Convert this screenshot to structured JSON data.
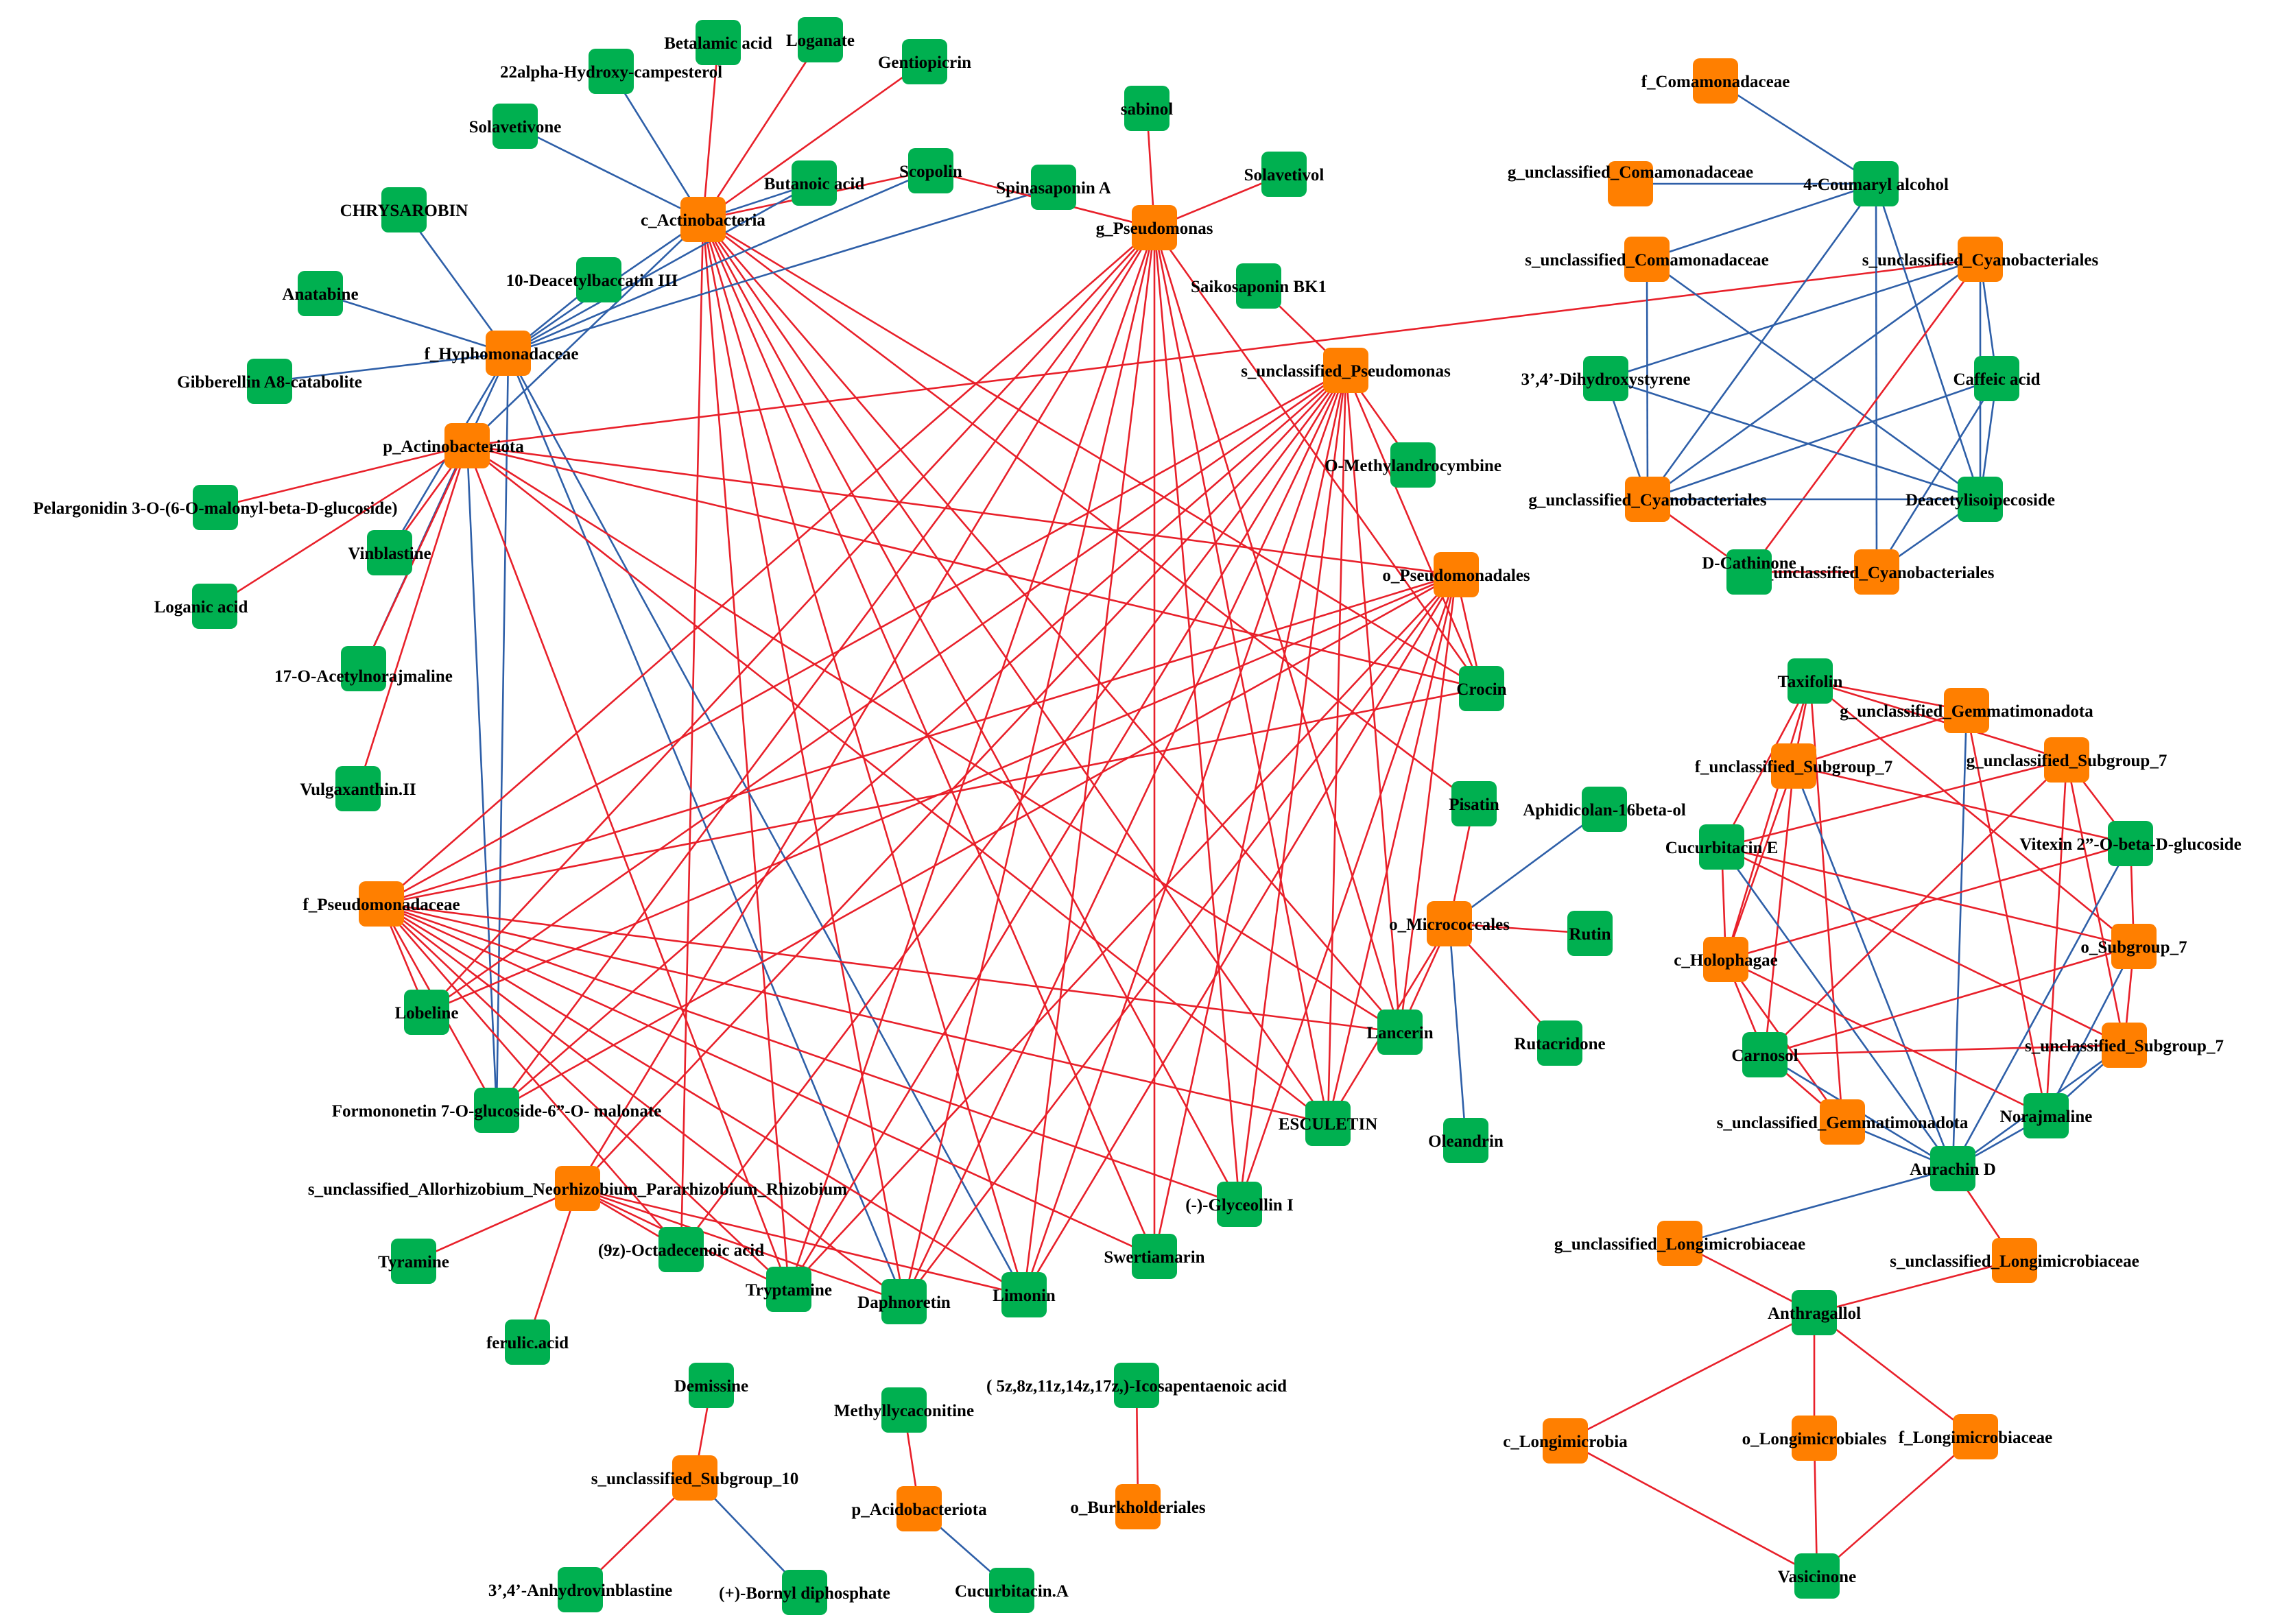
{
  "colors": {
    "microbe": "#FF7F00",
    "metabolite": "#00B050",
    "positive_edge": "#E8202A",
    "negative_edge": "#2E5FA8"
  },
  "nodes": {
    "c_act": {
      "label": "c_Actinobacteria",
      "type": "microbe"
    },
    "f_hyp": {
      "label": "f_Hyphomonadaceae",
      "type": "microbe"
    },
    "p_act": {
      "label": "p_Actinobacteriota",
      "type": "microbe"
    },
    "g_pse": {
      "label": "g_Pseudomonas",
      "type": "microbe"
    },
    "s_pse": {
      "label": "s_unclassified_Pseudomonas",
      "type": "microbe"
    },
    "o_pse": {
      "label": "o_Pseudomonadales",
      "type": "microbe"
    },
    "f_pse": {
      "label": "f_Pseudomonadaceae",
      "type": "microbe"
    },
    "s_rhi": {
      "label": "s_unclassified_Allorhizobium_Neorhizobium_Pararhizobium_Rhizobium",
      "type": "microbe"
    },
    "o_mic": {
      "label": "o_Micrococcales",
      "type": "microbe"
    },
    "betalamic": {
      "label": "Betalamic acid",
      "type": "metabolite"
    },
    "loganate": {
      "label": "Loganate",
      "type": "metabolite"
    },
    "gentio": {
      "label": "Gentiopicrin",
      "type": "metabolite"
    },
    "hydroxycamp": {
      "label": "22alpha-Hydroxy-campesterol",
      "type": "metabolite"
    },
    "solavetivone": {
      "label": "Solavetivone",
      "type": "metabolite"
    },
    "chrys": {
      "label": "CHRYSAROBIN",
      "type": "metabolite"
    },
    "butanoic": {
      "label": "Butanoic acid",
      "type": "metabolite"
    },
    "scopolin": {
      "label": "Scopolin",
      "type": "metabolite"
    },
    "spinasap": {
      "label": "Spinasaponin A",
      "type": "metabolite"
    },
    "deacetylbac": {
      "label": "10-Deacetylbaccatin III",
      "type": "metabolite"
    },
    "anatabine": {
      "label": "Anatabine",
      "type": "metabolite"
    },
    "gibber": {
      "label": "Gibberellin A8-catabolite",
      "type": "metabolite"
    },
    "pelarg": {
      "label": "Pelargonidin 3-O-(6-O-malonyl-beta-D-glucoside)",
      "type": "metabolite"
    },
    "vinblastine": {
      "label": "Vinblastine",
      "type": "metabolite"
    },
    "loganic": {
      "label": "Loganic  acid",
      "type": "metabolite"
    },
    "acetylnor": {
      "label": "17-O-Acetylnorajmaline",
      "type": "metabolite"
    },
    "vulga": {
      "label": "Vulgaxanthin.II",
      "type": "metabolite"
    },
    "sabinol": {
      "label": "sabinol",
      "type": "metabolite"
    },
    "solavetivol": {
      "label": "Solavetivol",
      "type": "metabolite"
    },
    "saikosap": {
      "label": "Saikosaponin BK1",
      "type": "metabolite"
    },
    "omethyl": {
      "label": "O-Methylandrocymbine",
      "type": "metabolite"
    },
    "crocin": {
      "label": "Crocin",
      "type": "metabolite"
    },
    "pisatin": {
      "label": "Pisatin",
      "type": "metabolite"
    },
    "aphid": {
      "label": "Aphidicolan-16beta-ol",
      "type": "metabolite"
    },
    "rutin": {
      "label": "Rutin",
      "type": "metabolite"
    },
    "lancerin": {
      "label": "Lancerin",
      "type": "metabolite"
    },
    "rutacridone": {
      "label": "Rutacridone",
      "type": "metabolite"
    },
    "oleandrin": {
      "label": "Oleandrin",
      "type": "metabolite"
    },
    "esculetin": {
      "label": "ESCULETIN",
      "type": "metabolite"
    },
    "glyceollin": {
      "label": "(-)-Glyceollin I",
      "type": "metabolite"
    },
    "swertiamarin": {
      "label": "Swertiamarin",
      "type": "metabolite"
    },
    "limonin": {
      "label": "Limonin",
      "type": "metabolite"
    },
    "daphnoretin": {
      "label": "Daphnoretin",
      "type": "metabolite"
    },
    "tryptamine": {
      "label": "Tryptamine",
      "type": "metabolite"
    },
    "octadec": {
      "label": "(9z)-Octadecenoic acid",
      "type": "metabolite"
    },
    "tyramine": {
      "label": "Tyramine",
      "type": "metabolite"
    },
    "ferulic": {
      "label": "ferulic.acid",
      "type": "metabolite"
    },
    "formonon": {
      "label": "Formononetin 7-O-glucoside-6”-O- malonate",
      "type": "metabolite"
    },
    "lobeline": {
      "label": "Lobeline",
      "type": "metabolite"
    },
    "f_com": {
      "label": "f_Comamonadaceae",
      "type": "microbe"
    },
    "g_com": {
      "label": "g_unclassified_Comamonadaceae",
      "type": "microbe"
    },
    "s_com": {
      "label": "s_unclassified_Comamonadaceae",
      "type": "microbe"
    },
    "s_cyan": {
      "label": "s_unclassified_Cyanobacteriales",
      "type": "microbe"
    },
    "g_cyan": {
      "label": "g_unclassified_Cyanobacteriales",
      "type": "microbe"
    },
    "f_cyan": {
      "label": "f_unclassified_Cyanobacteriales",
      "type": "microbe"
    },
    "coumaryl": {
      "label": "4-Coumaryl alcohol",
      "type": "metabolite"
    },
    "dihydroxy": {
      "label": "3’,4’-Dihydroxystyrene",
      "type": "metabolite"
    },
    "caffeic": {
      "label": "Caffeic acid",
      "type": "metabolite"
    },
    "deacetyliso": {
      "label": "Deacetylisoipecoside",
      "type": "metabolite"
    },
    "dcath": {
      "label": "D-Cathinone",
      "type": "metabolite"
    },
    "taxifolin": {
      "label": "Taxifolin",
      "type": "metabolite"
    },
    "g_gem": {
      "label": "g_unclassified_Gemmatimonadota",
      "type": "microbe"
    },
    "f_sub7": {
      "label": "f_unclassified_Subgroup_7",
      "type": "microbe"
    },
    "g_sub7": {
      "label": "g_unclassified_Subgroup_7",
      "type": "microbe"
    },
    "vitexin": {
      "label": "Vitexin 2”-O-beta-D-glucoside",
      "type": "metabolite"
    },
    "cucurbE": {
      "label": "Cucurbitacin E",
      "type": "metabolite"
    },
    "o_sub7": {
      "label": "o_Subgroup_7",
      "type": "microbe"
    },
    "c_holo": {
      "label": "c_Holophagae",
      "type": "microbe"
    },
    "s_sub7": {
      "label": "s_unclassified_Subgroup_7",
      "type": "microbe"
    },
    "carnosol": {
      "label": "Carnosol",
      "type": "metabolite"
    },
    "norajmaline": {
      "label": "Norajmaline",
      "type": "metabolite"
    },
    "s_gem": {
      "label": "s_unclassified_Gemmatimonadota",
      "type": "microbe"
    },
    "aurachin": {
      "label": "Aurachin D",
      "type": "metabolite"
    },
    "g_long": {
      "label": "g_unclassified_Longimicrobiaceae",
      "type": "microbe"
    },
    "s_long": {
      "label": "s_unclassified_Longimicrobiaceae",
      "type": "microbe"
    },
    "anthragallol": {
      "label": "Anthragallol",
      "type": "metabolite"
    },
    "c_long": {
      "label": "c_Longimicrobia",
      "type": "microbe"
    },
    "o_long": {
      "label": "o_Longimicrobiales",
      "type": "microbe"
    },
    "f_long": {
      "label": "f_Longimicrobiaceae",
      "type": "microbe"
    },
    "vasicinone": {
      "label": "Vasicinone",
      "type": "metabolite"
    },
    "demissine": {
      "label": "Demissine",
      "type": "metabolite"
    },
    "s_sub10": {
      "label": "s_unclassified_Subgroup_10",
      "type": "microbe"
    },
    "anhydro": {
      "label": "3’,4’-Anhydrovinblastine",
      "type": "metabolite"
    },
    "bornyl": {
      "label": "(+)-Bornyl diphosphate",
      "type": "metabolite"
    },
    "methylly": {
      "label": "Methyllycaconitine",
      "type": "metabolite"
    },
    "p_acido": {
      "label": "p_Acidobacteriota",
      "type": "microbe"
    },
    "cucurbA": {
      "label": "Cucurbitacin.A",
      "type": "metabolite"
    },
    "icosa": {
      "label": "( 5z,8z,11z,14z,17z,)-Icosapentaenoic acid",
      "type": "metabolite"
    },
    "o_burk": {
      "label": "o_Burkholderiales",
      "type": "microbe"
    }
  },
  "edges": [
    [
      "c_act",
      "betalamic",
      "pos"
    ],
    [
      "c_act",
      "loganate",
      "pos"
    ],
    [
      "c_act",
      "gentio",
      "pos"
    ],
    [
      "c_act",
      "hydroxycamp",
      "neg"
    ],
    [
      "c_act",
      "solavetivone",
      "neg"
    ],
    [
      "c_act",
      "butanoic",
      "neg"
    ],
    [
      "c_act",
      "scopolin",
      "pos"
    ],
    [
      "c_act",
      "f_hyp",
      "neg"
    ],
    [
      "c_act",
      "p_act",
      "neg"
    ],
    [
      "c_act",
      "tryptamine",
      "pos"
    ],
    [
      "c_act",
      "daphnoretin",
      "pos"
    ],
    [
      "c_act",
      "limonin",
      "pos"
    ],
    [
      "c_act",
      "swertiamarin",
      "pos"
    ],
    [
      "c_act",
      "lancerin",
      "pos"
    ],
    [
      "c_act",
      "crocin",
      "pos"
    ],
    [
      "c_act",
      "glyceollin",
      "pos"
    ],
    [
      "c_act",
      "octadec",
      "pos"
    ],
    [
      "c_act",
      "pisatin",
      "pos"
    ],
    [
      "c_act",
      "esculetin",
      "pos"
    ],
    [
      "f_hyp",
      "chrys",
      "neg"
    ],
    [
      "f_hyp",
      "anatabine",
      "neg"
    ],
    [
      "f_hyp",
      "gibber",
      "neg"
    ],
    [
      "f_hyp",
      "deacetylbac",
      "neg"
    ],
    [
      "f_hyp",
      "scopolin",
      "neg"
    ],
    [
      "f_hyp",
      "spinasap",
      "neg"
    ],
    [
      "f_hyp",
      "butanoic",
      "neg"
    ],
    [
      "f_hyp",
      "formonon",
      "neg"
    ],
    [
      "f_hyp",
      "daphnoretin",
      "neg"
    ],
    [
      "f_hyp",
      "limonin",
      "neg"
    ],
    [
      "f_hyp",
      "acetylnor",
      "neg"
    ],
    [
      "f_hyp",
      "vinblastine",
      "neg"
    ],
    [
      "p_act",
      "pelarg",
      "pos"
    ],
    [
      "p_act",
      "vinblastine",
      "pos"
    ],
    [
      "p_act",
      "loganic",
      "pos"
    ],
    [
      "p_act",
      "acetylnor",
      "pos"
    ],
    [
      "p_act",
      "vulga",
      "pos"
    ],
    [
      "p_act",
      "crocin",
      "pos"
    ],
    [
      "p_act",
      "lancerin",
      "pos"
    ],
    [
      "p_act",
      "tryptamine",
      "pos"
    ],
    [
      "p_act",
      "s_cyan",
      "pos"
    ],
    [
      "p_act",
      "esculetin",
      "pos"
    ],
    [
      "p_act",
      "formonon",
      "neg"
    ],
    [
      "p_act",
      "o_pse",
      "pos"
    ],
    [
      "g_pse",
      "sabinol",
      "pos"
    ],
    [
      "g_pse",
      "scopolin",
      "pos"
    ],
    [
      "g_pse",
      "lancerin",
      "pos"
    ],
    [
      "g_pse",
      "esculetin",
      "pos"
    ],
    [
      "g_pse",
      "swertiamarin",
      "pos"
    ],
    [
      "g_pse",
      "limonin",
      "pos"
    ],
    [
      "g_pse",
      "daphnoretin",
      "pos"
    ],
    [
      "g_pse",
      "tryptamine",
      "pos"
    ],
    [
      "g_pse",
      "lobeline",
      "pos"
    ],
    [
      "g_pse",
      "s_rhi",
      "pos"
    ],
    [
      "g_pse",
      "f_pse",
      "pos"
    ],
    [
      "g_pse",
      "glyceollin",
      "pos"
    ],
    [
      "g_pse",
      "crocin",
      "pos"
    ],
    [
      "g_pse",
      "formonon",
      "pos"
    ],
    [
      "s_pse",
      "omethyl",
      "pos"
    ],
    [
      "s_pse",
      "crocin",
      "pos"
    ],
    [
      "s_pse",
      "lancerin",
      "pos"
    ],
    [
      "s_pse",
      "esculetin",
      "pos"
    ],
    [
      "s_pse",
      "glyceollin",
      "pos"
    ],
    [
      "s_pse",
      "swertiamarin",
      "pos"
    ],
    [
      "s_pse",
      "limonin",
      "pos"
    ],
    [
      "s_pse",
      "daphnoretin",
      "pos"
    ],
    [
      "s_pse",
      "tryptamine",
      "pos"
    ],
    [
      "s_pse",
      "octadec",
      "pos"
    ],
    [
      "s_pse",
      "f_pse",
      "pos"
    ],
    [
      "s_pse",
      "formonon",
      "pos"
    ],
    [
      "s_pse",
      "lobeline",
      "pos"
    ],
    [
      "s_pse",
      "s_rhi",
      "pos"
    ],
    [
      "o_pse",
      "crocin",
      "pos"
    ],
    [
      "o_pse",
      "lancerin",
      "pos"
    ],
    [
      "o_pse",
      "esculetin",
      "pos"
    ],
    [
      "o_pse",
      "glyceollin",
      "pos"
    ],
    [
      "o_pse",
      "limonin",
      "pos"
    ],
    [
      "o_pse",
      "daphnoretin",
      "pos"
    ],
    [
      "o_pse",
      "tryptamine",
      "pos"
    ],
    [
      "o_pse",
      "f_pse",
      "pos"
    ],
    [
      "o_pse",
      "formonon",
      "pos"
    ],
    [
      "o_pse",
      "lobeline",
      "pos"
    ],
    [
      "f_pse",
      "crocin",
      "pos"
    ],
    [
      "f_pse",
      "lancerin",
      "pos"
    ],
    [
      "f_pse",
      "esculetin",
      "pos"
    ],
    [
      "f_pse",
      "glyceollin",
      "pos"
    ],
    [
      "f_pse",
      "swertiamarin",
      "pos"
    ],
    [
      "f_pse",
      "daphnoretin",
      "pos"
    ],
    [
      "f_pse",
      "tryptamine",
      "pos"
    ],
    [
      "f_pse",
      "lobeline",
      "pos"
    ],
    [
      "f_pse",
      "formonon",
      "pos"
    ],
    [
      "f_pse",
      "limonin",
      "pos"
    ],
    [
      "f_pse",
      "octadec",
      "pos"
    ],
    [
      "s_rhi",
      "tyramine",
      "pos"
    ],
    [
      "s_rhi",
      "ferulic",
      "pos"
    ],
    [
      "s_rhi",
      "octadec",
      "pos"
    ],
    [
      "s_rhi",
      "tryptamine",
      "pos"
    ],
    [
      "s_rhi",
      "daphnoretin",
      "pos"
    ],
    [
      "s_rhi",
      "limonin",
      "pos"
    ],
    [
      "o_mic",
      "pisatin",
      "pos"
    ],
    [
      "o_mic",
      "aphid",
      "neg"
    ],
    [
      "o_mic",
      "rutin",
      "pos"
    ],
    [
      "o_mic",
      "lancerin",
      "pos"
    ],
    [
      "o_mic",
      "rutacridone",
      "pos"
    ],
    [
      "o_mic",
      "oleandrin",
      "neg"
    ],
    [
      "o_mic",
      "esculetin",
      "pos"
    ],
    [
      "s_pse",
      "saikosap",
      "pos"
    ],
    [
      "g_pse",
      "solavetivol",
      "pos"
    ],
    [
      "f_com",
      "coumaryl",
      "neg"
    ],
    [
      "g_com",
      "coumaryl",
      "neg"
    ],
    [
      "coumaryl",
      "s_com",
      "neg"
    ],
    [
      "coumaryl",
      "g_cyan",
      "neg"
    ],
    [
      "coumaryl",
      "f_cyan",
      "neg"
    ],
    [
      "coumaryl",
      "deacetyliso",
      "neg"
    ],
    [
      "s_com",
      "deacetyliso",
      "neg"
    ],
    [
      "s_com",
      "g_cyan",
      "neg"
    ],
    [
      "s_cyan",
      "dihydroxy",
      "neg"
    ],
    [
      "s_cyan",
      "caffeic",
      "neg"
    ],
    [
      "s_cyan",
      "deacetyliso",
      "neg"
    ],
    [
      "s_cyan",
      "dcath",
      "pos"
    ],
    [
      "s_cyan",
      "g_cyan",
      "neg"
    ],
    [
      "dihydroxy",
      "g_cyan",
      "neg"
    ],
    [
      "dihydroxy",
      "deacetyliso",
      "neg"
    ],
    [
      "caffeic",
      "g_cyan",
      "neg"
    ],
    [
      "caffeic",
      "deacetyliso",
      "neg"
    ],
    [
      "caffeic",
      "f_cyan",
      "neg"
    ],
    [
      "g_cyan",
      "deacetyliso",
      "neg"
    ],
    [
      "g_cyan",
      "dcath",
      "pos"
    ],
    [
      "dcath",
      "f_cyan",
      "pos"
    ],
    [
      "deacetyliso",
      "f_cyan",
      "neg"
    ],
    [
      "taxifolin",
      "g_gem",
      "pos"
    ],
    [
      "taxifolin",
      "f_sub7",
      "pos"
    ],
    [
      "taxifolin",
      "g_sub7",
      "pos"
    ],
    [
      "taxifolin",
      "cucurbE",
      "pos"
    ],
    [
      "taxifolin",
      "o_sub7",
      "pos"
    ],
    [
      "taxifolin",
      "c_holo",
      "pos"
    ],
    [
      "taxifolin",
      "s_gem",
      "pos"
    ],
    [
      "g_gem",
      "f_sub7",
      "pos"
    ],
    [
      "g_gem",
      "aurachin",
      "neg"
    ],
    [
      "g_gem",
      "norajmaline",
      "pos"
    ],
    [
      "f_sub7",
      "vitexin",
      "pos"
    ],
    [
      "f_sub7",
      "c_holo",
      "pos"
    ],
    [
      "f_sub7",
      "carnosol",
      "pos"
    ],
    [
      "f_sub7",
      "aurachin",
      "neg"
    ],
    [
      "g_sub7",
      "cucurbE",
      "pos"
    ],
    [
      "g_sub7",
      "carnosol",
      "pos"
    ],
    [
      "g_sub7",
      "s_sub7",
      "pos"
    ],
    [
      "g_sub7",
      "vitexin",
      "pos"
    ],
    [
      "g_sub7",
      "norajmaline",
      "pos"
    ],
    [
      "vitexin",
      "c_holo",
      "pos"
    ],
    [
      "vitexin",
      "o_sub7",
      "pos"
    ],
    [
      "vitexin",
      "aurachin",
      "neg"
    ],
    [
      "cucurbE",
      "o_sub7",
      "pos"
    ],
    [
      "cucurbE",
      "s_sub7",
      "pos"
    ],
    [
      "cucurbE",
      "c_holo",
      "pos"
    ],
    [
      "cucurbE",
      "aurachin",
      "neg"
    ],
    [
      "o_sub7",
      "carnosol",
      "pos"
    ],
    [
      "o_sub7",
      "s_sub7",
      "pos"
    ],
    [
      "o_sub7",
      "norajmaline",
      "neg"
    ],
    [
      "c_holo",
      "carnosol",
      "pos"
    ],
    [
      "c_holo",
      "norajmaline",
      "pos"
    ],
    [
      "c_holo",
      "s_gem",
      "pos"
    ],
    [
      "s_sub7",
      "carnosol",
      "pos"
    ],
    [
      "s_sub7",
      "norajmaline",
      "neg"
    ],
    [
      "s_sub7",
      "aurachin",
      "neg"
    ],
    [
      "carnosol",
      "s_gem",
      "pos"
    ],
    [
      "carnosol",
      "aurachin",
      "neg"
    ],
    [
      "norajmaline",
      "aurachin",
      "neg"
    ],
    [
      "s_gem",
      "aurachin",
      "neg"
    ],
    [
      "aurachin",
      "g_long",
      "neg"
    ],
    [
      "aurachin",
      "s_long",
      "pos"
    ],
    [
      "g_long",
      "anthragallol",
      "pos"
    ],
    [
      "s_long",
      "anthragallol",
      "pos"
    ],
    [
      "anthragallol",
      "c_long",
      "pos"
    ],
    [
      "anthragallol",
      "o_long",
      "pos"
    ],
    [
      "anthragallol",
      "f_long",
      "pos"
    ],
    [
      "c_long",
      "vasicinone",
      "pos"
    ],
    [
      "o_long",
      "vasicinone",
      "pos"
    ],
    [
      "f_long",
      "vasicinone",
      "pos"
    ],
    [
      "s_sub10",
      "demissine",
      "pos"
    ],
    [
      "s_sub10",
      "anhydro",
      "pos"
    ],
    [
      "s_sub10",
      "bornyl",
      "neg"
    ],
    [
      "p_acido",
      "methylly",
      "pos"
    ],
    [
      "p_acido",
      "cucurbA",
      "neg"
    ],
    [
      "o_burk",
      "icosa",
      "pos"
    ]
  ]
}
